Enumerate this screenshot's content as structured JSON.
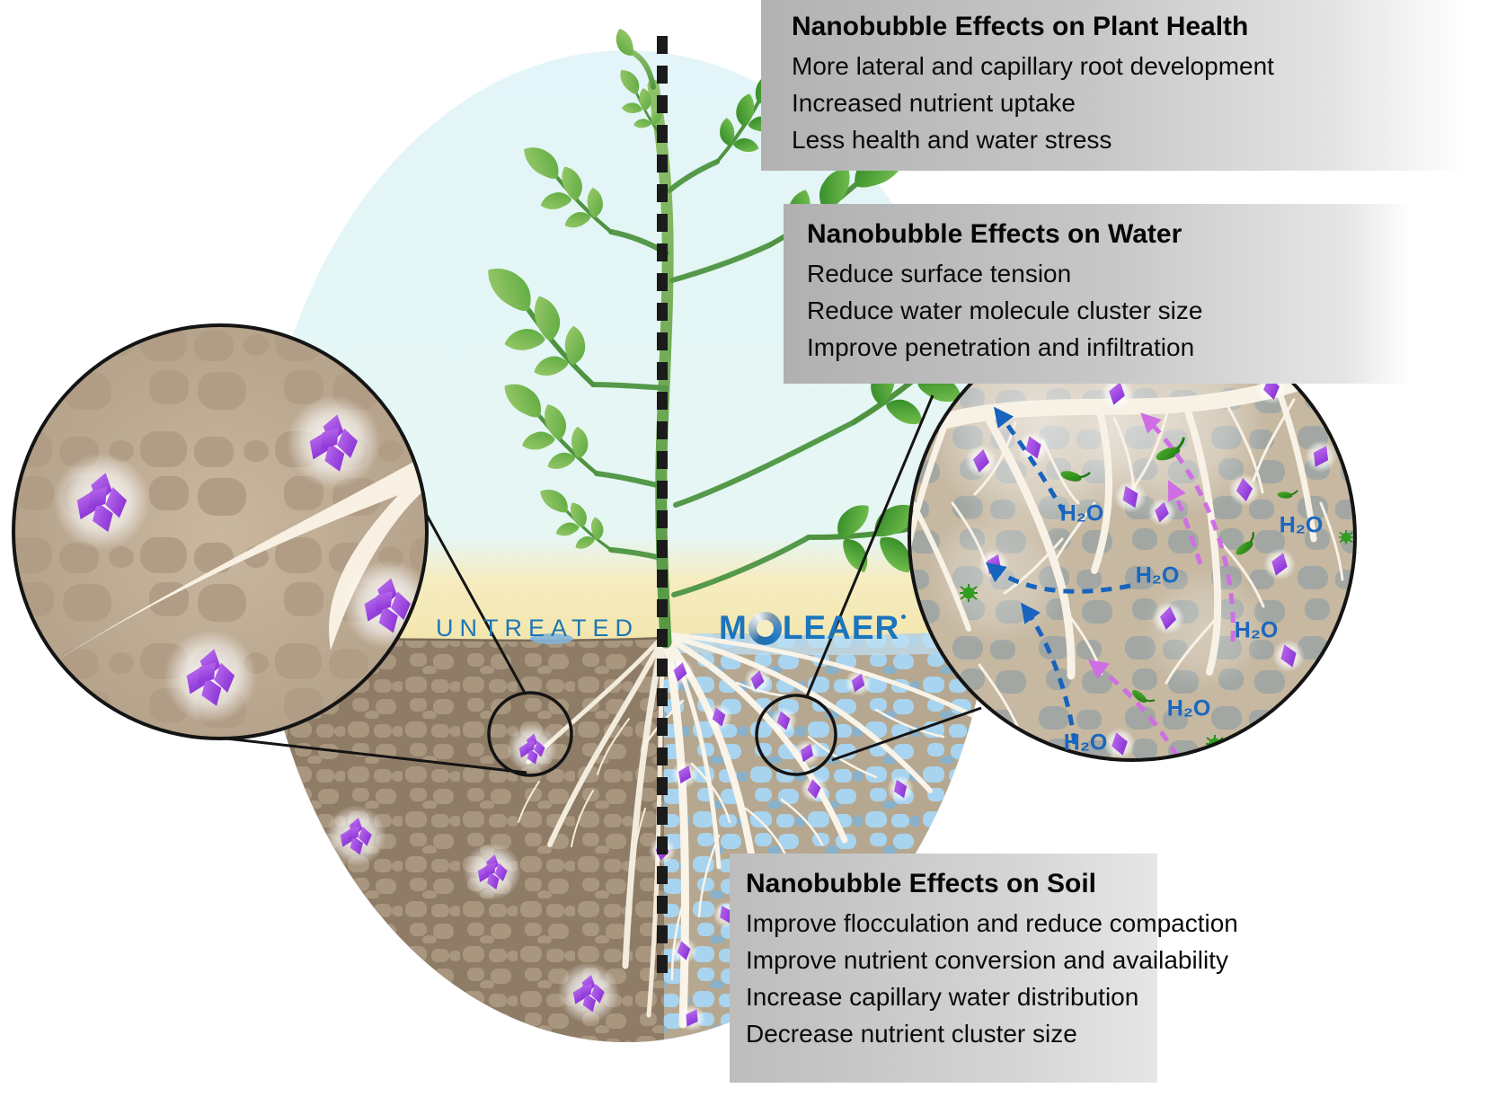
{
  "panels": {
    "plant_health": {
      "title": "Nanobubble Effects on Plant Health",
      "items": [
        "More lateral and capillary root development",
        "Increased nutrient uptake",
        "Less health and water stress"
      ]
    },
    "water": {
      "title": "Nanobubble Effects on Water",
      "items": [
        "Reduce surface tension",
        "Reduce water molecule cluster size",
        "Improve penetration and infiltration"
      ]
    },
    "soil": {
      "title": "Nanobubble Effects on Soil",
      "items": [
        "Improve flocculation and reduce compaction",
        "Improve nutrient conversion and availability",
        "Increase capillary water distribution",
        "Decrease nutrient cluster size"
      ]
    }
  },
  "labels": {
    "untreated": "UNTREATED",
    "brand_m": "M",
    "brand_rest": "LEAER",
    "h2o": "H₂O"
  },
  "colors": {
    "untreated_text_blue": "#1d76b5",
    "brand_blue": "#1b75bc",
    "h2o_blue": "#1a67c0",
    "arrow_blue": "#1763be",
    "arrow_magenta": "#cf6ee4",
    "nutrient_purple": "#7c22cf",
    "panel_gray": "#b3b3b3",
    "untreated_soil_brown": "#8f7c66",
    "treated_water_blue": "#85bade",
    "root_cream": "#f8f2e6"
  }
}
